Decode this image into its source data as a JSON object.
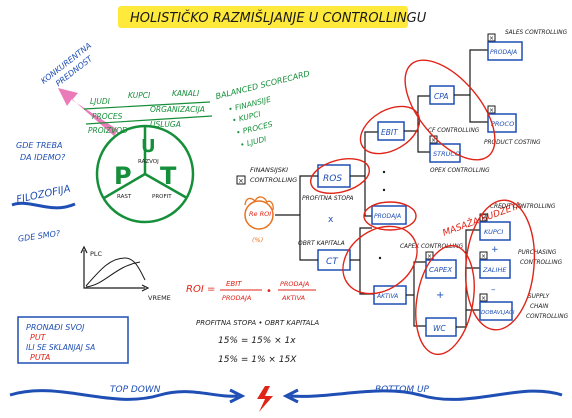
{
  "title": "HOLISTIČKO RAZMIŠLJANJE U CONTROLLINGU",
  "left": {
    "konkurentna_prednost": [
      "KONKURENTNA",
      "PREDNOST"
    ],
    "gde_treba": [
      "GDE TREBA",
      "DA IDEMO?"
    ],
    "filozofija": "FILOZOFIJA",
    "gde_smo": "GDE SMO?",
    "put_labels": {
      "P": "P",
      "U": "U",
      "T": "T",
      "razvoj": "RAZVOJ",
      "rast": "RAST",
      "profit": "PROFIT"
    },
    "rows": [
      {
        "a": "LJUDI",
        "b": "KUPCI",
        "c": "KANALI"
      },
      {
        "a": "PROCES",
        "b": "ORGANIZACIJA"
      },
      {
        "a": "PROIZVOD",
        "b": "USLUGA"
      }
    ],
    "plc": {
      "y": "PLC",
      "x": "VREME"
    },
    "pronadi": [
      "PRONAĐI SVOJ",
      "PUT",
      "ILI SE SKLANJAJ SA",
      "PUTA"
    ]
  },
  "bsc": {
    "title": [
      "BALANCED SCORECARD"
    ],
    "items": [
      "FINANSIJE",
      "KUPCI",
      "PROCES",
      "LJUDI"
    ]
  },
  "tree": {
    "finansijski": [
      "FINANSIJSKI",
      "CONTROLLING"
    ],
    "roi_face": "Re ROI",
    "roi_face_sub": "(%)",
    "ros": "ROS",
    "profitna_stopa": "PROFITNA STOPA",
    "x": "x",
    "obrt_kapitala": "OBRT KAPITALA",
    "ct": "CT",
    "ebit": "EBIT",
    "cpa": "CPA",
    "cf_controlling": "CF CONTROLLING",
    "struco": "STRUCO",
    "opex": "OPEX CONTROLLING",
    "prodaja": "PRODAJA",
    "aktiva": "AKTIVA",
    "capex_controlling": "CAPEX CONTROLLING",
    "capex": "CAPEX",
    "plus": "+",
    "wc": "WC",
    "sales_controlling": "SALES CONTROLLING",
    "prodaja2": "PRODAJA",
    "proco": "PROCO",
    "product_costing": "PRODUCT COSTING",
    "masaza": "MASAŽA BUDŽETA",
    "credit": "CREDIT CONTROLLING",
    "kupci": "KUPCI",
    "zalihe": "ZALIHE",
    "dobavljaci": "DOBAVLJAČI",
    "purchasing": [
      "PURCHASING",
      "CONTROLLING"
    ],
    "supply": [
      "SUPPLY",
      "CHAIN",
      "CONTROLLING"
    ],
    "plus2": "+",
    "minus": "–"
  },
  "formula": {
    "roi": "ROI =",
    "ebit": "EBIT",
    "prodaja1": "PRODAJA",
    "dot": "•",
    "prodaja2": "PRODAJA",
    "aktiva": "AKTIVA",
    "line1": "PROFITNA STOPA • OBRT KAPITALA",
    "line2": "15% = 15% × 1x",
    "line3": "15% = 1% × 15X"
  },
  "bottom": {
    "top_down": "TOP DOWN",
    "bottom_up": "BOTTOM UP"
  },
  "colors": {
    "blue": "#1f4fb4",
    "red": "#e02418",
    "green": "#168f3a",
    "yellow": "#ffe93a",
    "pink": "#e86db0",
    "orange": "#e8721c"
  }
}
